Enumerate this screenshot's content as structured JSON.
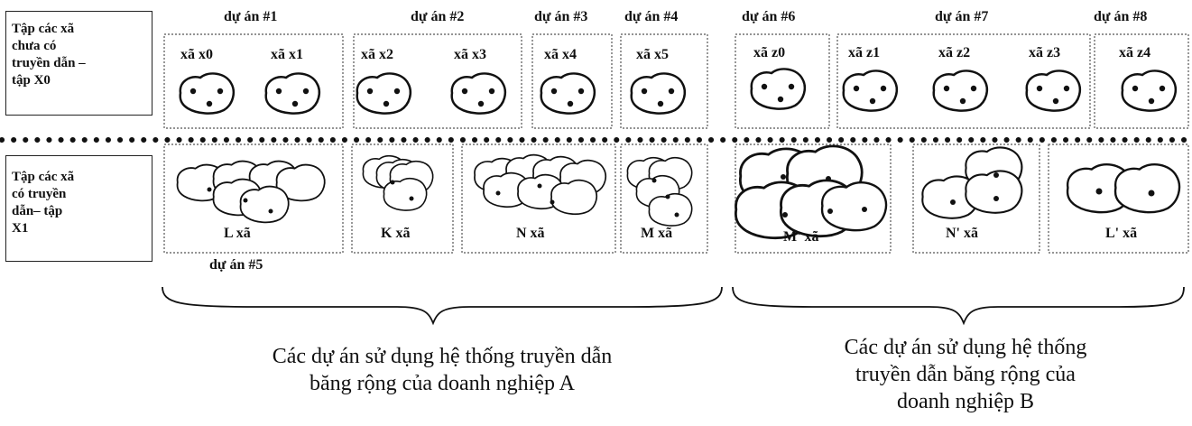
{
  "row_labels": {
    "x0": [
      "Tập các xã",
      "chưa có",
      "truyền dẫn –",
      "tập X0"
    ],
    "x1": [
      "Tập các xã",
      "có truyền",
      "dẫn– tập",
      "X1"
    ]
  },
  "projects": [
    "dự án #1",
    "dự án #2",
    "dự án #3",
    "dự án #4",
    "dự án #5",
    "dự án #6",
    "dự án #7",
    "dự án #8"
  ],
  "communes_x0": [
    "xã x0",
    "xã x1",
    "xã x2",
    "xã x3",
    "xã x4",
    "xã x5",
    "xã z0",
    "xã z1",
    "xã z2",
    "xã z3",
    "xã z4"
  ],
  "groups_x1": [
    "L xã",
    "K xã",
    "N xã",
    "M xã",
    "M' xã",
    "N' xã",
    "L' xã"
  ],
  "captions": {
    "a": [
      "Các dự án sử dụng hệ thống truyền dẫn",
      "băng rộng của doanh nghiệp A"
    ],
    "b": [
      "Các dự án sử dụng hệ thống",
      "truyền dẫn băng rộng của",
      "doanh nghiệp B"
    ]
  }
}
